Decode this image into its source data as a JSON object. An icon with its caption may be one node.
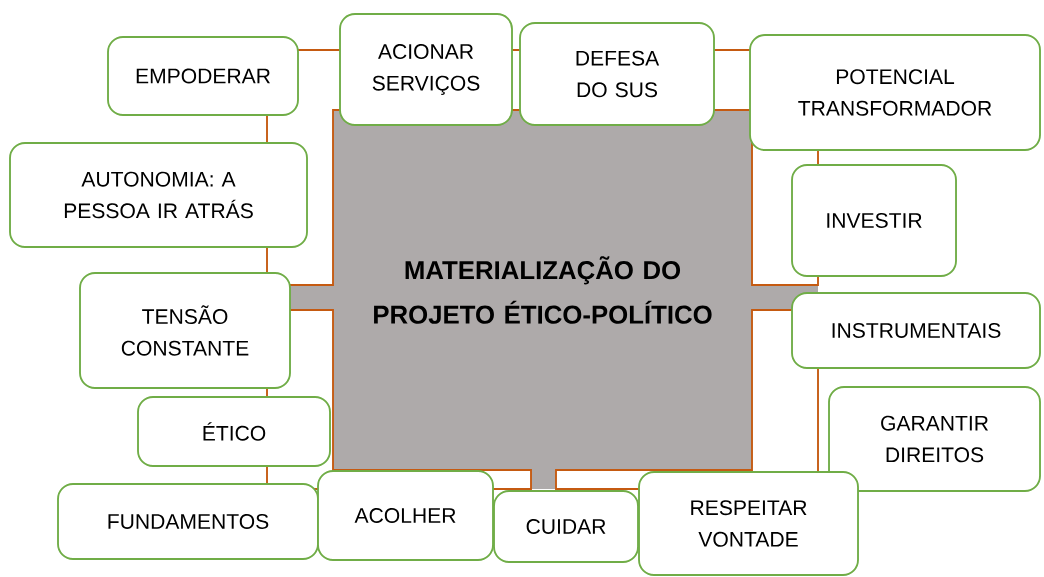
{
  "diagram": {
    "nodes": [
      {
        "text": [
          "MATERIALIZAÇÃO DO PROJETO ÉTICO-POLÍTICO"
        ]
      },
      {
        "text": [
          "EMPODERAR"
        ]
      },
      {
        "text": [
          "ACIONAR SERVIÇOS"
        ]
      },
      {
        "text": [
          "DEFESA DO SUS"
        ]
      },
      {
        "text": [
          "POTENCIAL TRANSFORMADOR"
        ]
      },
      {
        "text": [
          "AUTONOMIA: A PESSOA IR ATRÁS"
        ]
      },
      {
        "text": [
          "INVESTIR"
        ]
      },
      {
        "text": [
          "TENSÃO CONSTANTE"
        ]
      },
      {
        "text": [
          "INSTRUMENTAIS"
        ]
      },
      {
        "text": [
          "ÉTICO"
        ]
      },
      {
        "text": [
          "GARANTIR DIREITOS"
        ]
      },
      {
        "text": [
          "FUNDAMENTOS"
        ]
      },
      {
        "text": [
          "ACOLHER"
        ]
      },
      {
        "text": [
          "CUIDAR"
        ]
      },
      {
        "text": [
          "RESPEITAR VONTADE"
        ]
      }
    ]
  }
}
